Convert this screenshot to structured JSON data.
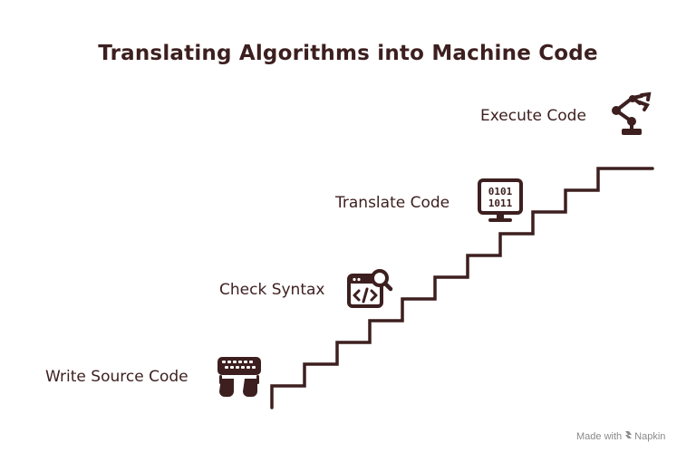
{
  "title": "Translating Algorithms into Machine Code",
  "steps": [
    {
      "label": "Write Source Code",
      "icon": "keyboard-hands-icon"
    },
    {
      "label": "Check Syntax",
      "icon": "code-search-icon"
    },
    {
      "label": "Translate Code",
      "icon": "binary-monitor-icon"
    },
    {
      "label": "Execute Code",
      "icon": "robotic-arm-icon"
    }
  ],
  "footer": {
    "made_with": "Made with",
    "brand": "Napkin"
  },
  "colors": {
    "ink": "#3d1f1f",
    "footer": "#8a8a8a"
  }
}
